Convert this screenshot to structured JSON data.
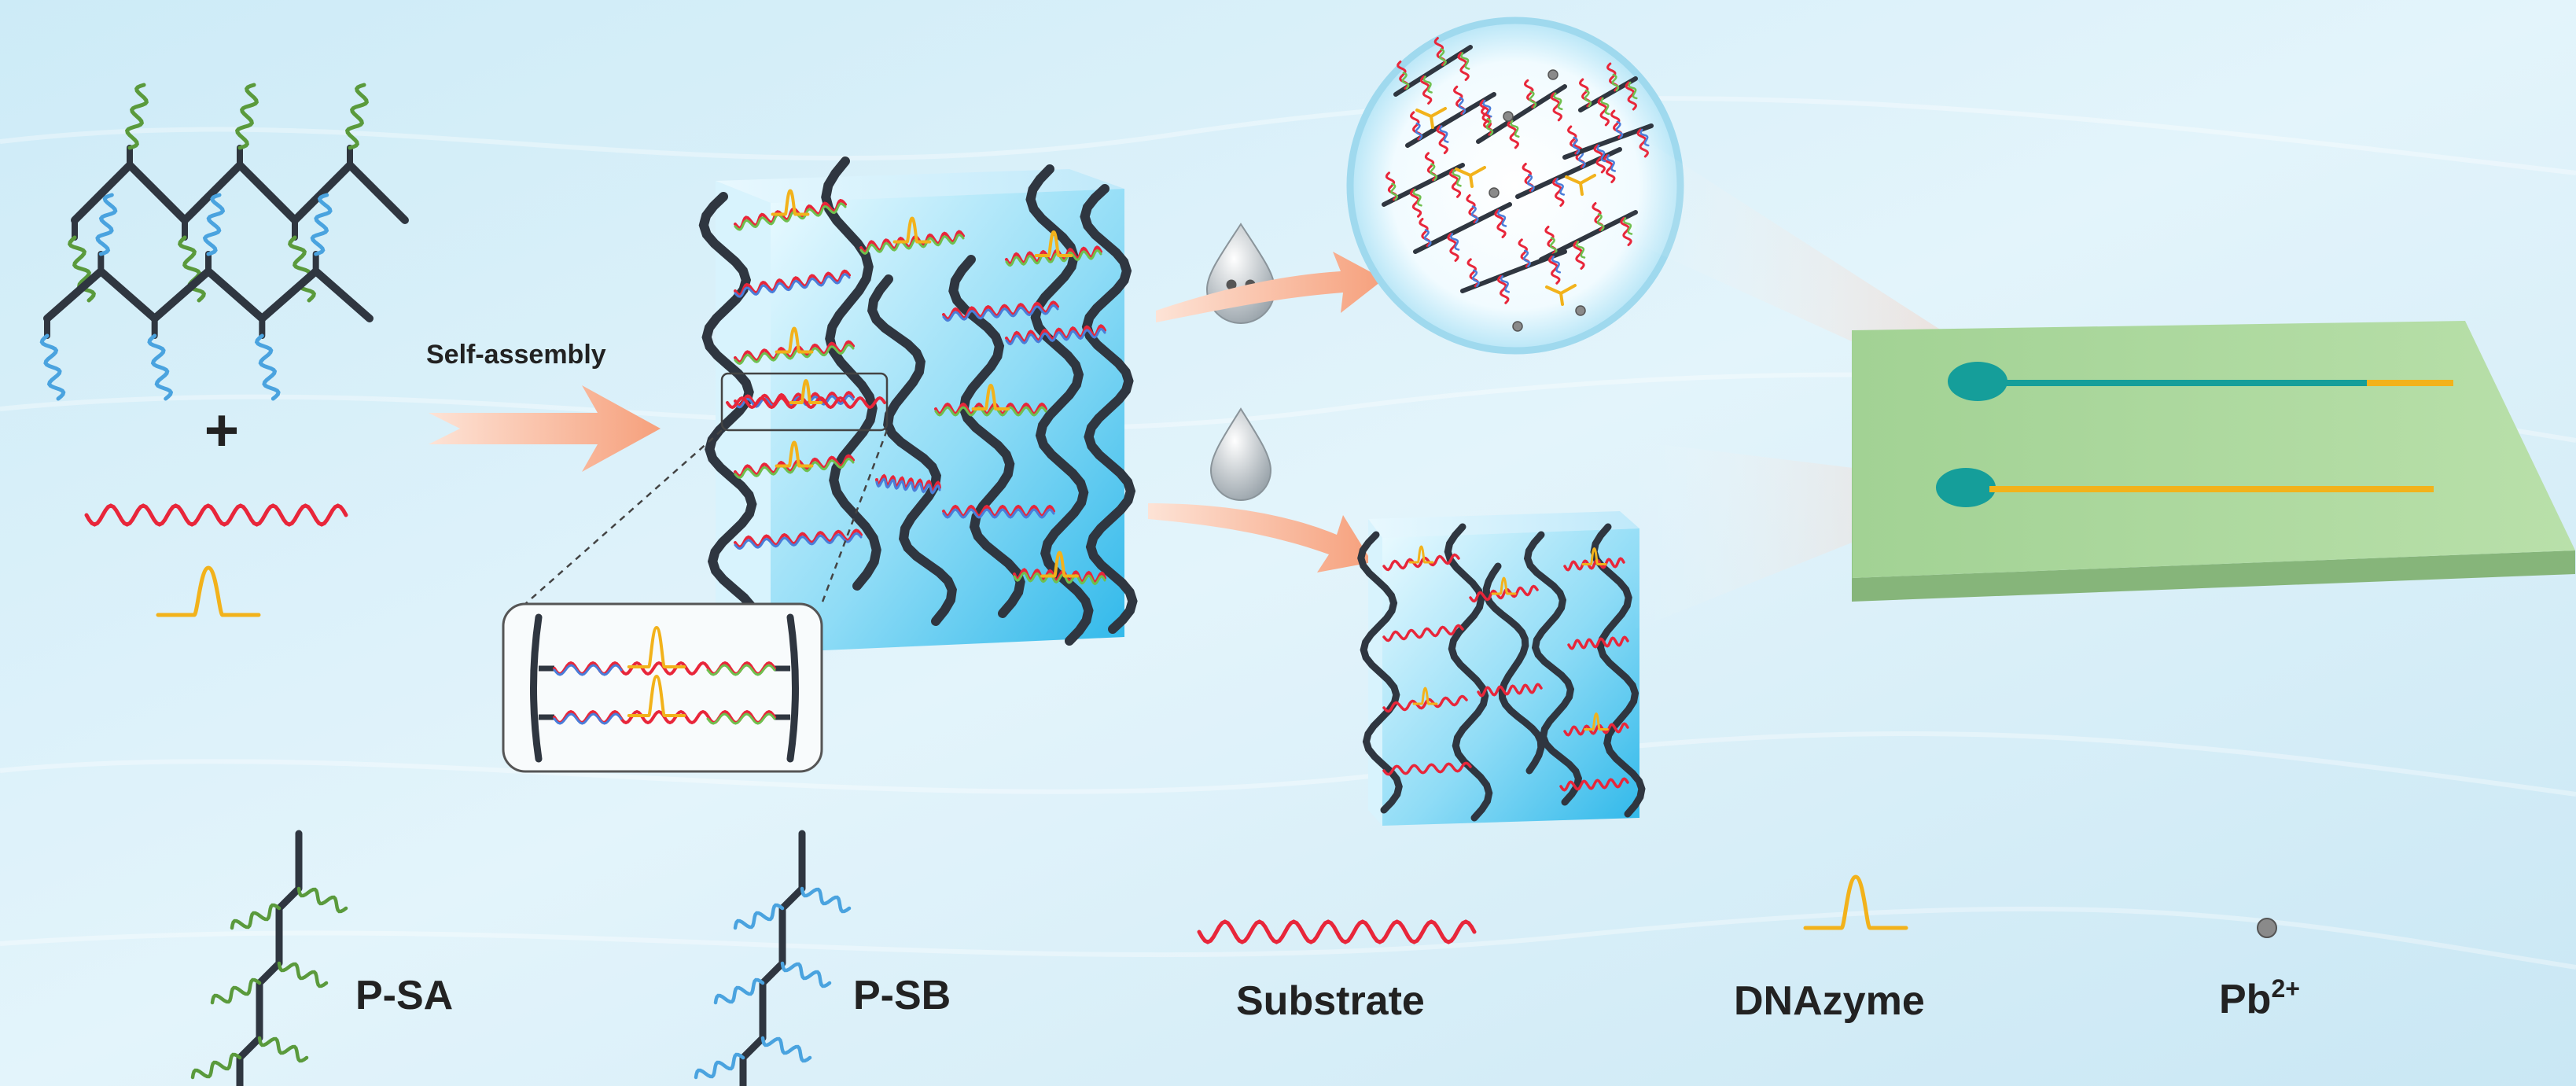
{
  "process": {
    "arrow_label": "Self-assembly",
    "plus_sign": "+"
  },
  "legend": {
    "items": [
      {
        "id": "psa",
        "label": "P-SA"
      },
      {
        "id": "psb",
        "label": "P-SB"
      },
      {
        "id": "substrate",
        "label": "Substrate"
      },
      {
        "id": "dnazyme",
        "label": "DNAzyme"
      },
      {
        "id": "pb",
        "label": "Pb",
        "superscript": "2+"
      }
    ]
  },
  "colors": {
    "backbone": "#2f3640",
    "psa_strand": "#5a9a3c",
    "psb_strand": "#4aa3df",
    "substrate": "#e8263a",
    "dnazyme": "#f2b21b",
    "gel_light": "#dff6ff",
    "gel_dark": "#3ec3ee",
    "electrode_pad": "#159e9a",
    "chip": "#a8d59a",
    "pb_ion": "#8a8a8a",
    "arrow": "#f6a988"
  },
  "icons": {
    "ion_drop": "droplet-with-ions-icon",
    "water_drop": "droplet-icon"
  }
}
